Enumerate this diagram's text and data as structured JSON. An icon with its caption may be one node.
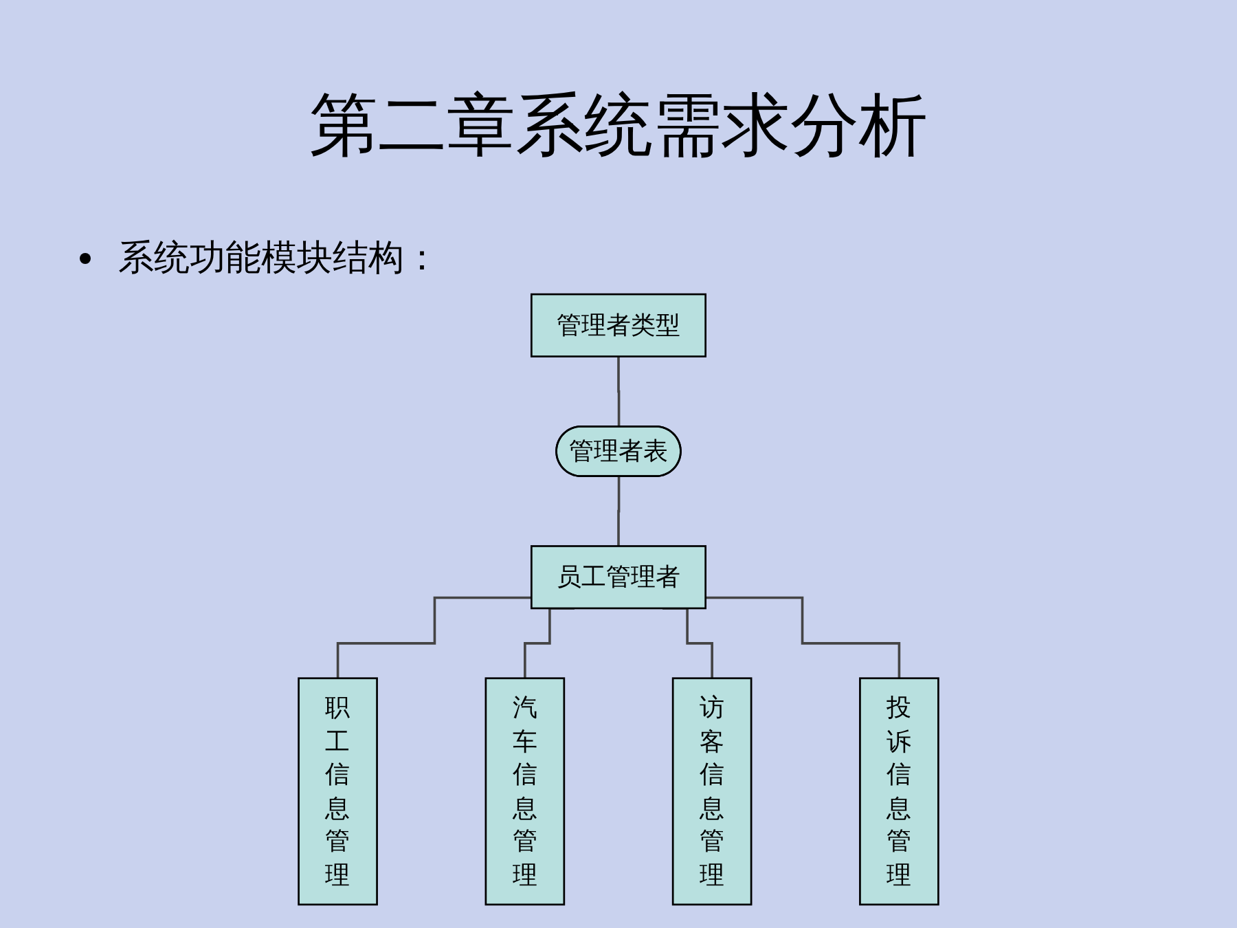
{
  "diagram": {
    "title": "第二章系统需求分析",
    "nodes": [
      {
        "text": [
          "管理者类型"
        ]
      },
      {
        "text": [
          "管理者表"
        ]
      },
      {
        "text": [
          "员工管理者"
        ]
      },
      {
        "text": [
          "职工信息管理"
        ]
      },
      {
        "text": [
          "汽车信息管理"
        ]
      },
      {
        "text": [
          "访客信息管理"
        ]
      },
      {
        "text": [
          "投诉信息管理"
        ]
      }
    ],
    "edges": [
      {
        "from": 0,
        "to": 1,
        "arrow": "none"
      },
      {
        "from": 1,
        "to": 2,
        "arrow": "none"
      },
      {
        "from": 2,
        "to": 3,
        "arrow": "none"
      },
      {
        "from": 2,
        "to": 4,
        "arrow": "none"
      },
      {
        "from": 2,
        "to": 5,
        "arrow": "none"
      },
      {
        "from": 2,
        "to": 6,
        "arrow": "none"
      }
    ],
    "labels": [
      "系统功能模块结构："
    ]
  }
}
